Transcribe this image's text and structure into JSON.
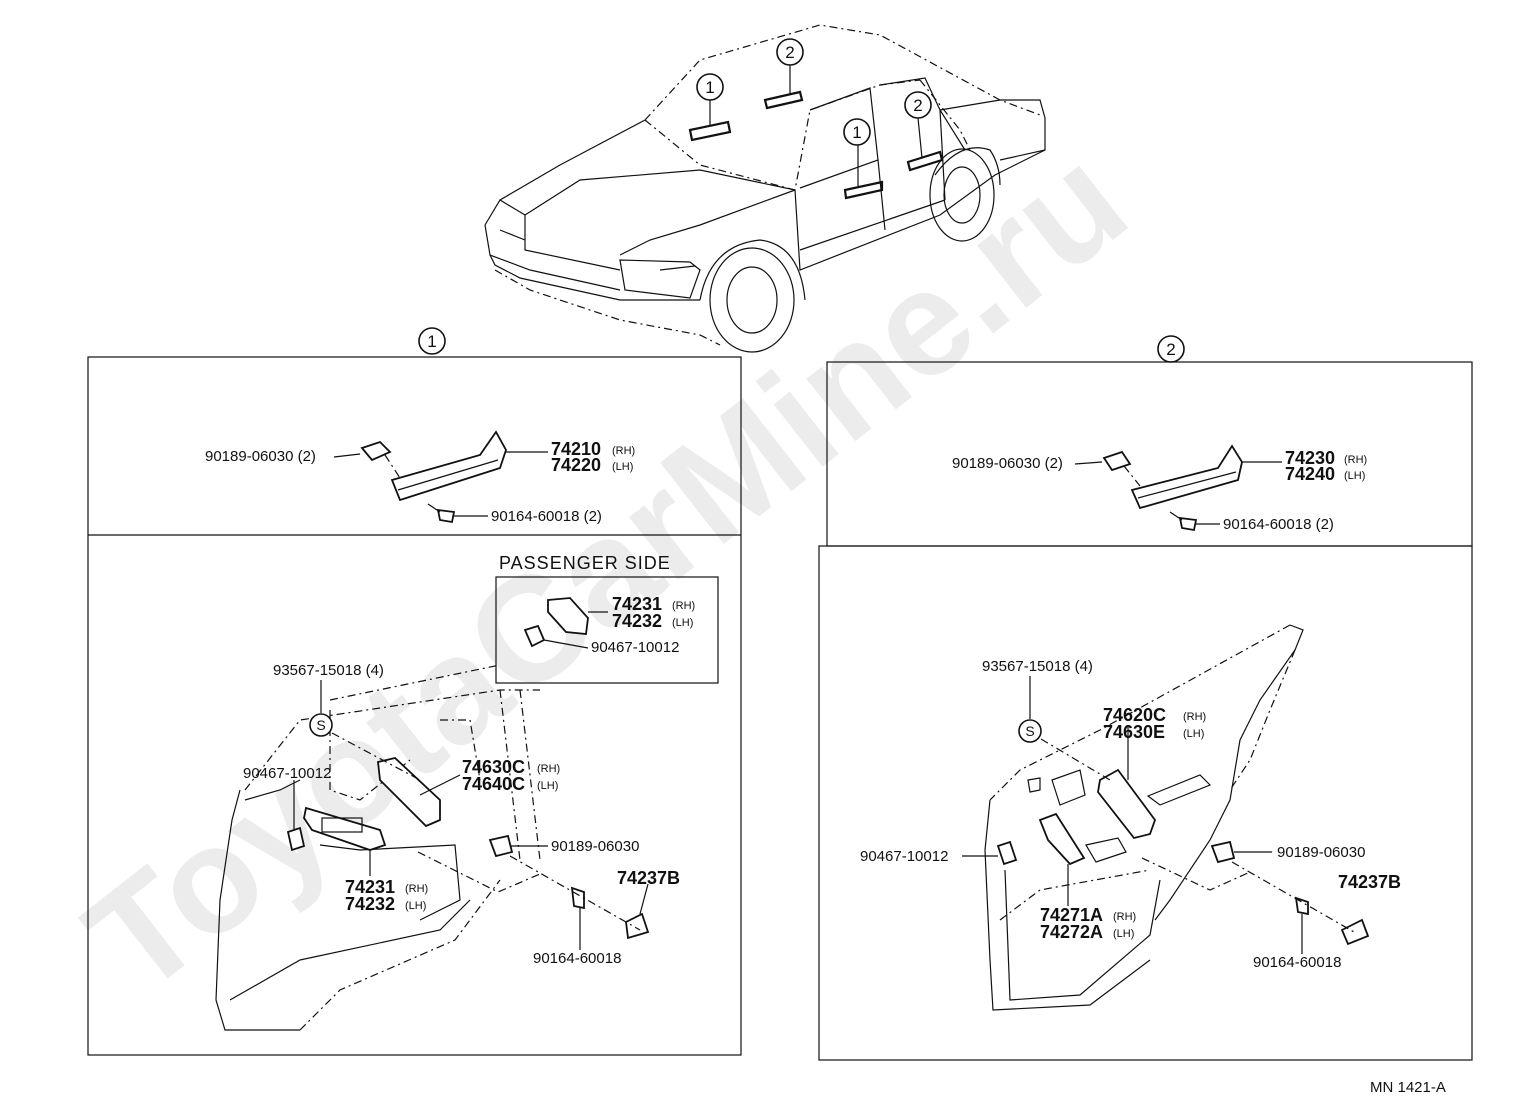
{
  "watermark": "ToyotaCarMine.ru",
  "doc_code": "MN 1421-A",
  "view_markers": {
    "one": "1",
    "two": "2",
    "s_mark": "S"
  },
  "panel1": {
    "marker": "1",
    "top": {
      "clip": "90189-06030 (2)",
      "grip_rh": "74210",
      "grip_lh": "74220",
      "screw": "90164-60018 (2)"
    },
    "bottom": {
      "passenger_side": "PASSENGER SIDE",
      "ps_rh": "74231",
      "ps_lh": "74232",
      "ps_clip": "90467-10012",
      "screw_s": "93567-15018 (4)",
      "clip_left": "90467-10012",
      "armrest_rh": "74630C",
      "armrest_lh": "74640C",
      "clip_right": "90189-06030",
      "base_rh": "74231",
      "base_lh": "74232",
      "cap": "74237B",
      "screw": "90164-60018"
    }
  },
  "panel2": {
    "marker": "2",
    "top": {
      "clip": "90189-06030 (2)",
      "grip_rh": "74230",
      "grip_lh": "74240",
      "screw": "90164-60018 (2)"
    },
    "bottom": {
      "screw_s": "93567-15018 (4)",
      "armrest_rh": "74620C",
      "armrest_lh": "74630E",
      "clip_left": "90467-10012",
      "clip_right": "90189-06030",
      "base_rh": "74271A",
      "base_lh": "74272A",
      "cap": "74237B",
      "screw": "90164-60018"
    }
  },
  "side_labels": {
    "rh": "(RH)",
    "lh": "(LH)"
  }
}
